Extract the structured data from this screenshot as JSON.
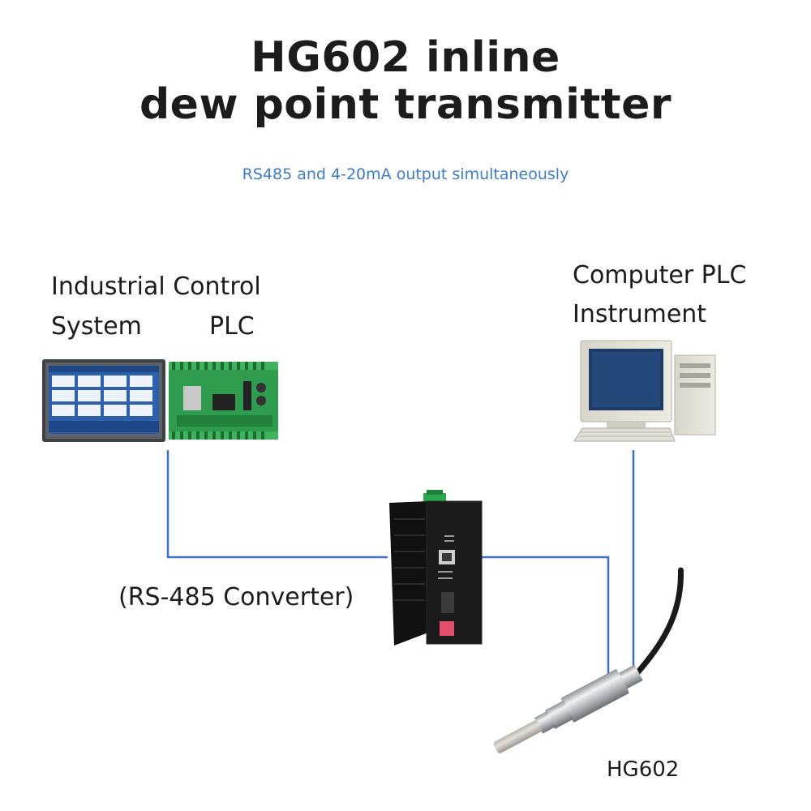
{
  "title": {
    "line1": "HG602 inline",
    "line2": "dew point transmitter"
  },
  "subtitle": "RS485 and 4-20mA output simultaneously",
  "labels": {
    "ics_line1": "Industrial Control",
    "ics_line2a": "System",
    "ics_line2b": "PLC",
    "computer_line1": "Computer PLC",
    "computer_line2": "Instrument",
    "converter": "(RS-485 Converter)",
    "sensor": "HG602"
  },
  "colors": {
    "wire": "#3f6fc4",
    "subtitle": "#3d7cc9",
    "panel_screen": "#2c5fae",
    "plc_board": "#2f9b4c"
  }
}
